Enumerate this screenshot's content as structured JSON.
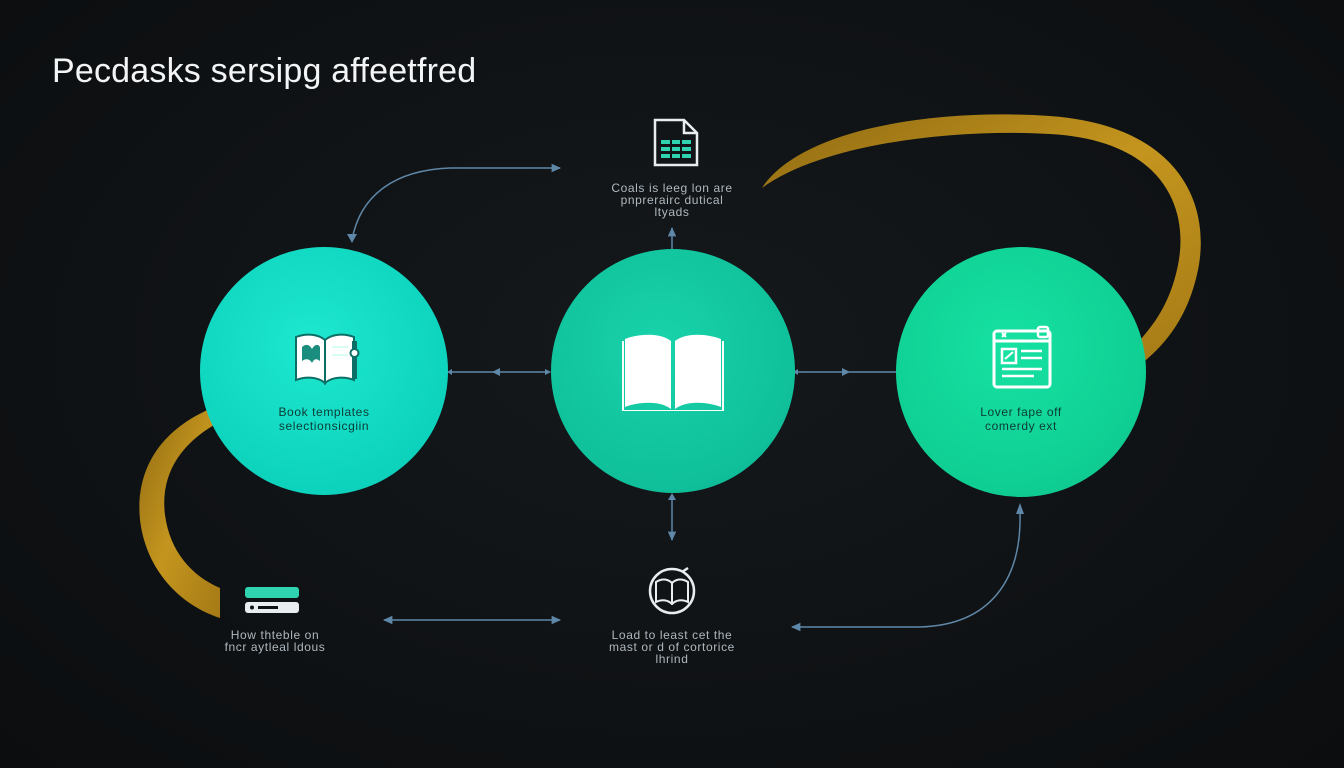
{
  "title": "Pecdasks sersipg affeetfred",
  "colors": {
    "background": "#0f1214",
    "arc": "#b78a1c",
    "connector": "#5f87a8",
    "node_left": "#0dd3bd",
    "node_center": "#10c29b",
    "node_right": "#10d095",
    "text_light": "#aeb8bf"
  },
  "nodes": {
    "left": {
      "icon": "open-book-icon",
      "label_lines": [
        "Book templates",
        "selectionsicgiin"
      ]
    },
    "center": {
      "icon": "book-icon"
    },
    "right": {
      "icon": "document-editor-icon",
      "label_lines": [
        "Lover fape off",
        "comerdy ext"
      ]
    }
  },
  "satellites": {
    "top": {
      "icon": "spreadsheet-file-icon",
      "label_lines": [
        "Coals is leeg lon are",
        "pnprerairc  dutical",
        "ltyads"
      ]
    },
    "bottom_left": {
      "icon": "server-stack-icon",
      "label_lines": [
        "How thteble on",
        "fncr aytleal ldous"
      ]
    },
    "bottom_center": {
      "icon": "compass-book-icon",
      "label_lines": [
        "Load to least cet the",
        "mast or d of cortorice",
        "lhrind"
      ]
    }
  }
}
